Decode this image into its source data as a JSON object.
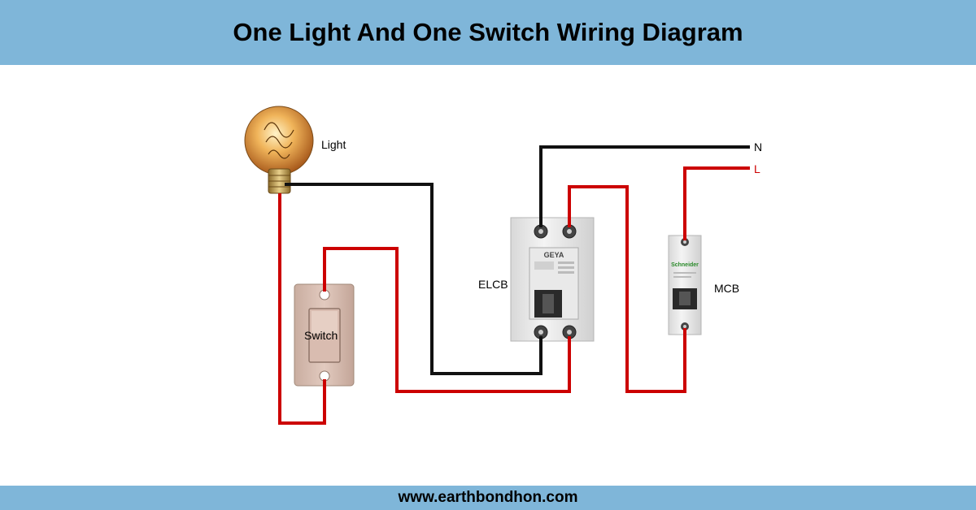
{
  "title": "One Light And One Switch Wiring Diagram",
  "footer": "www.earthbondhon.com",
  "labels": {
    "light": "Light",
    "switch": "Switch",
    "elcb": "ELCB",
    "mcb": "MCB",
    "neutral": "N",
    "live": "L"
  },
  "device_text": {
    "elcb_brand": "GEYA",
    "mcb_brand": "Schneider"
  },
  "colors": {
    "header_bg": "#7fb6d9",
    "live_wire": "#cc0000",
    "neutral_wire": "#111111"
  }
}
